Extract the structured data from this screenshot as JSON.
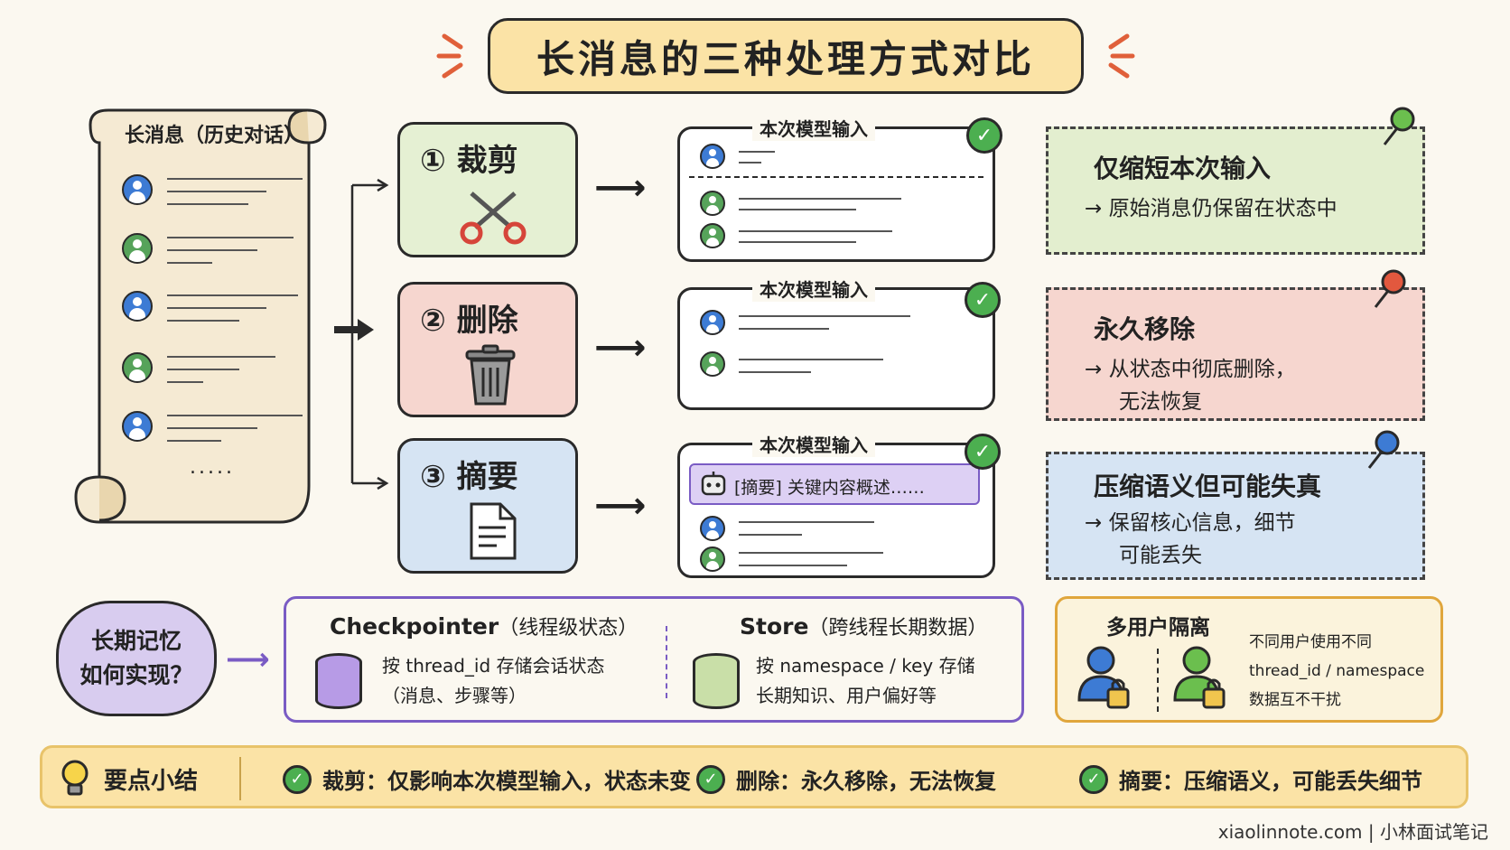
{
  "title": "长消息的三种处理方式对比",
  "scroll": {
    "title": "长消息（历史对话）",
    "ellipsis": "....."
  },
  "steps": [
    {
      "label": "① 裁剪",
      "icon": "scissors-icon",
      "color": "#e5f0d3"
    },
    {
      "label": "② 删除",
      "icon": "trash-icon",
      "color": "#f6d6cf"
    },
    {
      "label": "③ 摘要",
      "icon": "document-icon",
      "color": "#d6e4f3"
    }
  ],
  "panel_title": "本次模型输入",
  "summary_chip": "[摘要] 关键内容概述……",
  "notes": [
    {
      "title": "仅缩短本次输入",
      "desc_lines": [
        "→ 原始消息仍保留在状态中"
      ],
      "color": "#e3eecf"
    },
    {
      "title": "永久移除",
      "desc_lines": [
        "→ 从状态中彻底删除，",
        "无法恢复"
      ],
      "color": "#f6d6cf"
    },
    {
      "title": "压缩语义但可能失真",
      "desc_lines": [
        "→ 保留核心信息，细节",
        "可能丢失"
      ],
      "color": "#d6e4f3"
    }
  ],
  "bubble": {
    "line1": "长期记忆",
    "line2": "如何实现？"
  },
  "checkpointer": {
    "name": "Checkpointer",
    "sub": "（线程级状态）",
    "desc1": "按 thread_id 存储会话状态",
    "desc2": "（消息、步骤等）",
    "color": "#b79be6"
  },
  "store": {
    "name": "Store",
    "sub": "（跨线程长期数据）",
    "desc1": "按 namespace / key 存储",
    "desc2": "长期知识、用户偏好等",
    "color": "#c9dfa8"
  },
  "multi_user": {
    "title": "多用户隔离",
    "desc1": "不同用户使用不同",
    "desc2": "thread_id / namespace",
    "desc3": "数据互不干扰"
  },
  "summary": {
    "label": "要点小结",
    "items": [
      "裁剪：仅影响本次模型输入，状态未变",
      "删除：永久移除，无法恢复",
      "摘要：压缩语义，可能丢失细节"
    ]
  },
  "footer": "xiaolinnote.com | 小林面试笔记"
}
